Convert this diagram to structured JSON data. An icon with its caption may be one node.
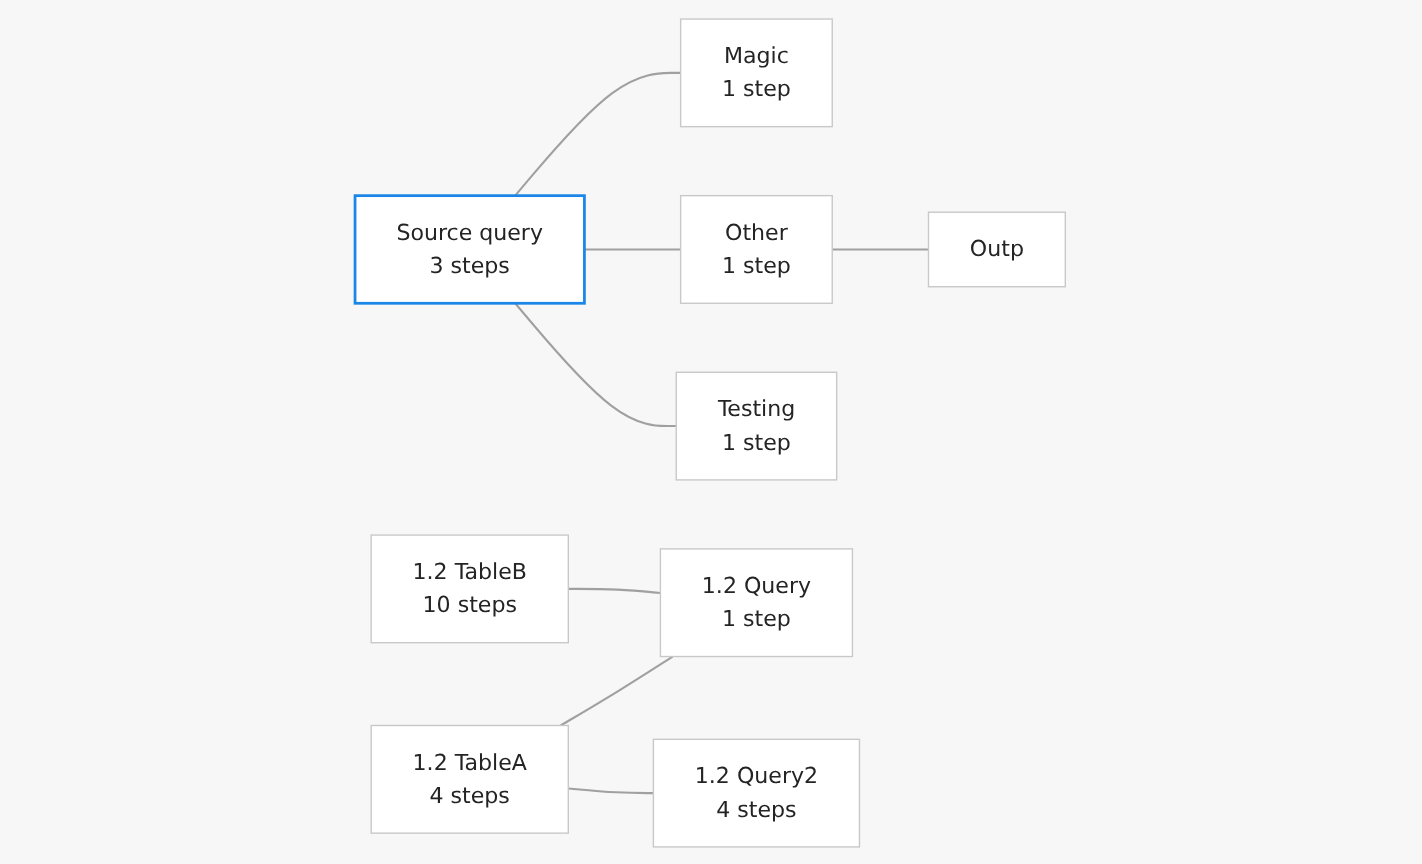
{
  "diagram": {
    "nodes": [
      {
        "text": [
          "Source query",
          "3 steps"
        ]
      },
      {
        "text": [
          "Magic",
          "1 step"
        ]
      },
      {
        "text": [
          "Other",
          "1 step"
        ]
      },
      {
        "text": [
          "Testing",
          "1 step"
        ]
      },
      {
        "text": [
          "Outp"
        ]
      },
      {
        "text": [
          "1.2 TableB",
          "10 steps"
        ]
      },
      {
        "text": [
          "1.2 TableA",
          "4 steps"
        ]
      },
      {
        "text": [
          "1.2 Query",
          "1 step"
        ]
      },
      {
        "text": [
          "1.2 Query2",
          "4 steps"
        ]
      }
    ],
    "edges": [
      {
        "from": 0,
        "to": 1,
        "arrow": "none"
      },
      {
        "from": 0,
        "to": 2,
        "arrow": "none"
      },
      {
        "from": 0,
        "to": 3,
        "arrow": "none"
      },
      {
        "from": 2,
        "to": 4,
        "arrow": "none"
      },
      {
        "from": 5,
        "to": 7,
        "arrow": "none"
      },
      {
        "from": 6,
        "to": 7,
        "arrow": "none"
      },
      {
        "from": 6,
        "to": 8,
        "arrow": "none"
      }
    ]
  }
}
